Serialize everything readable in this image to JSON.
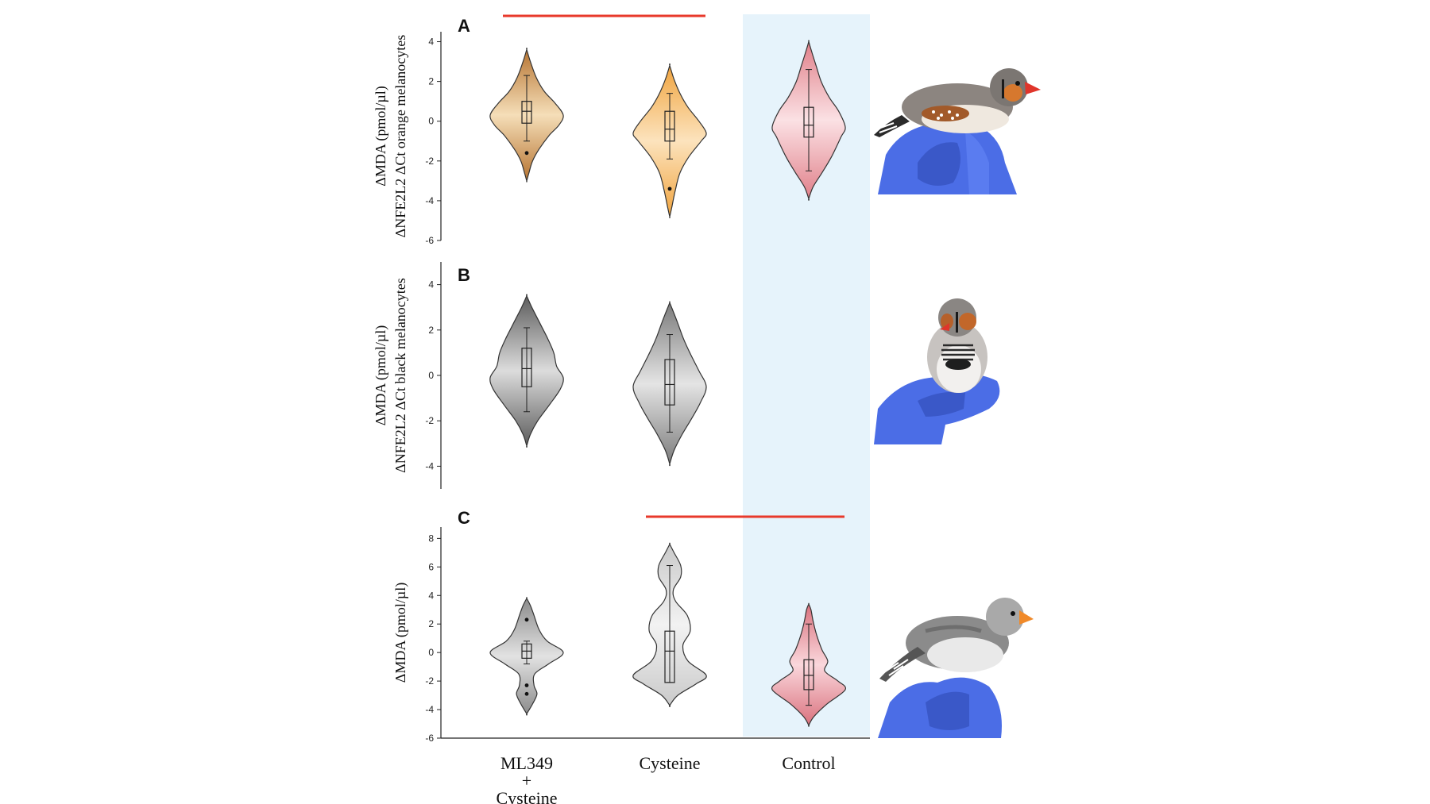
{
  "figure": {
    "x_categories": [
      {
        "lines": [
          "ML349",
          "+",
          "Cysteine"
        ]
      },
      {
        "lines": [
          "Cysteine"
        ]
      },
      {
        "lines": [
          "Control"
        ]
      }
    ],
    "control_highlight_color": "#e6f3fb",
    "significance_color": "#e8392b"
  },
  "chart_data": [
    {
      "panel": "A",
      "type": "violin",
      "ylabel_lines": [
        "ΔMDA (pmol/µl)",
        "ΔNFE2L2 ΔCt orange melanocytes"
      ],
      "ylim": [
        -6,
        4.5
      ],
      "yticks": [
        -6,
        -4,
        -2,
        0,
        2,
        4
      ],
      "significance_bar": {
        "from": "ML349 + Cysteine",
        "to": "Cysteine"
      },
      "groups": [
        {
          "name": "ML349 + Cysteine",
          "color_top": "#b5722f",
          "color_mid": "#f5deb8",
          "min": -3.0,
          "max": 3.6,
          "q1": -0.1,
          "median": 0.5,
          "q3": 1.0,
          "whisker_low": -1.0,
          "whisker_high": 2.3,
          "outliers": [
            -1.6
          ],
          "shape": [
            [
              -3.0,
              0
            ],
            [
              -2.6,
              0.06
            ],
            [
              -2.0,
              0.16
            ],
            [
              -1.4,
              0.34
            ],
            [
              -0.7,
              0.62
            ],
            [
              -0.2,
              0.88
            ],
            [
              0.3,
              1.0
            ],
            [
              0.9,
              0.78
            ],
            [
              1.5,
              0.48
            ],
            [
              2.2,
              0.26
            ],
            [
              3.0,
              0.1
            ],
            [
              3.6,
              0
            ]
          ]
        },
        {
          "name": "Cysteine",
          "color_top": "#f0a33d",
          "color_mid": "#fce3bd",
          "min": -4.8,
          "max": 2.8,
          "q1": -1.0,
          "median": -0.4,
          "q3": 0.5,
          "whisker_low": -1.9,
          "whisker_high": 1.4,
          "outliers": [
            -3.4
          ],
          "shape": [
            [
              -4.8,
              0
            ],
            [
              -4.3,
              0.06
            ],
            [
              -3.5,
              0.15
            ],
            [
              -2.6,
              0.28
            ],
            [
              -1.8,
              0.52
            ],
            [
              -1.0,
              0.86
            ],
            [
              -0.6,
              1.0
            ],
            [
              0.0,
              0.8
            ],
            [
              0.7,
              0.5
            ],
            [
              1.4,
              0.28
            ],
            [
              2.1,
              0.12
            ],
            [
              2.8,
              0
            ]
          ]
        },
        {
          "name": "Control",
          "color_top": "#e07e88",
          "color_mid": "#fbe1e4",
          "min": -3.9,
          "max": 4.0,
          "q1": -0.8,
          "median": -0.2,
          "q3": 0.7,
          "whisker_low": -2.5,
          "whisker_high": 2.6,
          "outliers": [],
          "shape": [
            [
              -3.9,
              0
            ],
            [
              -3.3,
              0.12
            ],
            [
              -2.6,
              0.36
            ],
            [
              -1.8,
              0.62
            ],
            [
              -0.8,
              0.88
            ],
            [
              -0.3,
              1.0
            ],
            [
              0.5,
              0.82
            ],
            [
              1.2,
              0.56
            ],
            [
              2.0,
              0.34
            ],
            [
              2.8,
              0.2
            ],
            [
              3.5,
              0.08
            ],
            [
              4.0,
              0
            ]
          ]
        }
      ]
    },
    {
      "panel": "B",
      "type": "violin",
      "ylabel_lines": [
        "ΔMDA (pmol/µl)",
        "ΔNFE2L2 ΔCt black melanocytes"
      ],
      "ylim": [
        -5,
        5
      ],
      "yticks": [
        -4,
        -2,
        0,
        2,
        4
      ],
      "groups": [
        {
          "name": "ML349 + Cysteine",
          "color_top": "#5a5a5a",
          "color_mid": "#dcdcdc",
          "min": -3.1,
          "max": 3.5,
          "q1": -0.5,
          "median": 0.3,
          "q3": 1.2,
          "whisker_low": -1.6,
          "whisker_high": 2.1,
          "outliers": [],
          "shape": [
            [
              -3.1,
              0
            ],
            [
              -2.6,
              0.1
            ],
            [
              -2.0,
              0.3
            ],
            [
              -1.3,
              0.62
            ],
            [
              -0.6,
              0.92
            ],
            [
              -0.1,
              1.0
            ],
            [
              0.4,
              0.82
            ],
            [
              1.0,
              0.74
            ],
            [
              1.6,
              0.58
            ],
            [
              2.3,
              0.36
            ],
            [
              3.0,
              0.14
            ],
            [
              3.5,
              0
            ]
          ]
        },
        {
          "name": "Cysteine",
          "color_top": "#7a7a7a",
          "color_mid": "#e4e4e4",
          "min": -3.9,
          "max": 3.2,
          "q1": -1.3,
          "median": -0.4,
          "q3": 0.7,
          "whisker_low": -2.5,
          "whisker_high": 1.8,
          "outliers": [],
          "shape": [
            [
              -3.9,
              0
            ],
            [
              -3.3,
              0.12
            ],
            [
              -2.6,
              0.34
            ],
            [
              -1.9,
              0.6
            ],
            [
              -1.2,
              0.84
            ],
            [
              -0.5,
              1.0
            ],
            [
              0.2,
              0.8
            ],
            [
              0.9,
              0.58
            ],
            [
              1.6,
              0.38
            ],
            [
              2.3,
              0.22
            ],
            [
              2.8,
              0.1
            ],
            [
              3.2,
              0
            ]
          ]
        }
      ]
    },
    {
      "panel": "C",
      "type": "violin",
      "ylabel_lines": [
        "ΔMDA (pmol/µl)"
      ],
      "ylim": [
        -6,
        8.8
      ],
      "yticks": [
        -6,
        -4,
        -2,
        0,
        2,
        4,
        6,
        8
      ],
      "significance_bar": {
        "from": "Cysteine",
        "to": "Control"
      },
      "groups": [
        {
          "name": "ML349 + Cysteine",
          "color_top": "#8a8a8a",
          "color_mid": "#e2e2e2",
          "min": -4.3,
          "max": 3.8,
          "q1": -0.4,
          "median": 0.1,
          "q3": 0.6,
          "whisker_low": -0.8,
          "whisker_high": 0.8,
          "outliers": [
            2.3,
            -2.3,
            -2.9
          ],
          "shape": [
            [
              -4.3,
              0
            ],
            [
              -3.6,
              0.16
            ],
            [
              -2.9,
              0.28
            ],
            [
              -2.3,
              0.2
            ],
            [
              -1.5,
              0.22
            ],
            [
              -0.8,
              0.6
            ],
            [
              0.0,
              1.0
            ],
            [
              0.8,
              0.56
            ],
            [
              1.6,
              0.34
            ],
            [
              2.6,
              0.2
            ],
            [
              3.3,
              0.1
            ],
            [
              3.8,
              0
            ]
          ]
        },
        {
          "name": "Cysteine",
          "color_top": "#c9c9c9",
          "color_mid": "#f2f2f2",
          "min": -3.7,
          "max": 7.6,
          "q1": -2.1,
          "median": 0.1,
          "q3": 1.5,
          "whisker_low": -2.1,
          "whisker_high": 6.1,
          "outliers": [],
          "shape": [
            [
              -3.7,
              0
            ],
            [
              -3.0,
              0.22
            ],
            [
              -2.2,
              0.72
            ],
            [
              -1.6,
              1.0
            ],
            [
              -0.6,
              0.5
            ],
            [
              0.5,
              0.36
            ],
            [
              1.5,
              0.56
            ],
            [
              2.6,
              0.48
            ],
            [
              3.6,
              0.16
            ],
            [
              4.4,
              0.1
            ],
            [
              5.3,
              0.3
            ],
            [
              6.1,
              0.3
            ],
            [
              7.0,
              0.12
            ],
            [
              7.6,
              0
            ]
          ]
        },
        {
          "name": "Control",
          "color_top": "#d9707c",
          "color_mid": "#fad7dc",
          "min": -5.1,
          "max": 3.4,
          "q1": -2.6,
          "median": -1.6,
          "q3": -0.5,
          "whisker_low": -3.7,
          "whisker_high": 2.0,
          "outliers": [],
          "shape": [
            [
              -5.1,
              0
            ],
            [
              -4.5,
              0.14
            ],
            [
              -3.6,
              0.5
            ],
            [
              -2.6,
              1.0
            ],
            [
              -2.0,
              0.8
            ],
            [
              -1.3,
              0.44
            ],
            [
              -0.6,
              0.52
            ],
            [
              0.2,
              0.36
            ],
            [
              1.2,
              0.22
            ],
            [
              2.2,
              0.12
            ],
            [
              3.0,
              0.06
            ],
            [
              3.4,
              0
            ]
          ]
        }
      ]
    }
  ],
  "photos": [
    {
      "subject": "zebra-finch-orange-cheek",
      "glove_color": "#4b6de6"
    },
    {
      "subject": "zebra-finch-black-breast",
      "glove_color": "#4b6de6"
    },
    {
      "subject": "zebra-finch-grey",
      "glove_color": "#4b6de6"
    }
  ]
}
